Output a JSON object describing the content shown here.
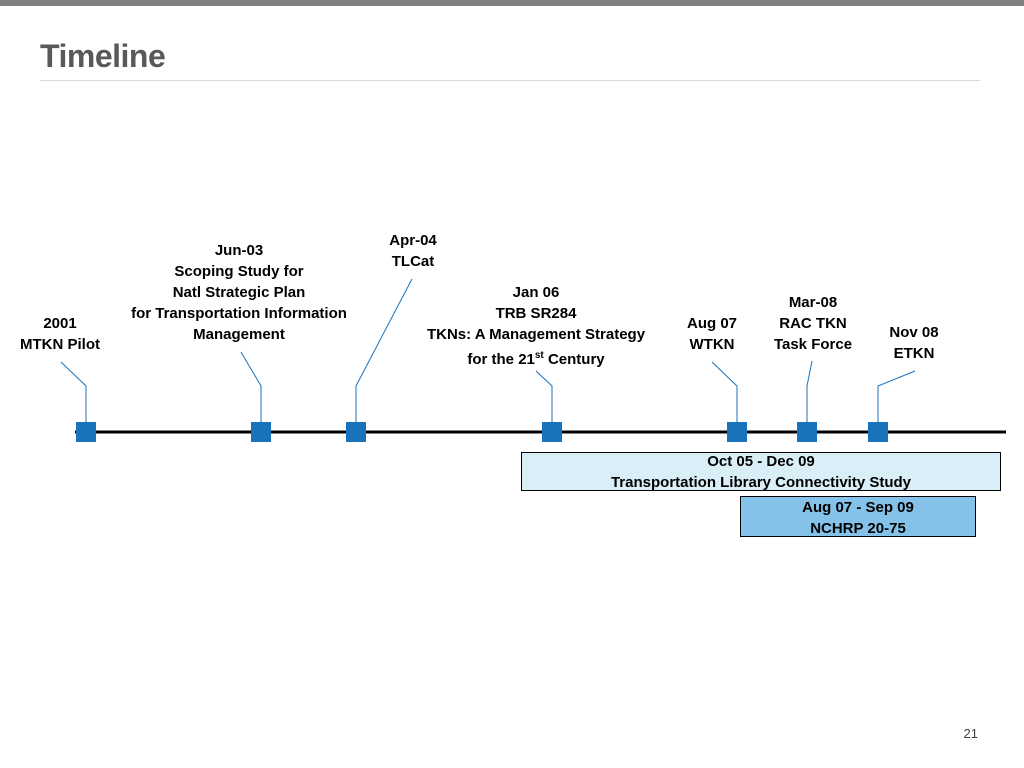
{
  "slide": {
    "title": "Timeline",
    "page_number": "21"
  },
  "colors": {
    "marker": "#1a72bb",
    "leader": "#1a72bb",
    "axis": "#000000",
    "bar_study": "#daeef8",
    "bar_nchrp": "#85c2ea"
  },
  "events": [
    {
      "lines": [
        "2001",
        "MTKN Pilot"
      ]
    },
    {
      "lines": [
        "Jun-03",
        "Scoping Study for",
        "Natl Strategic Plan",
        "for Transportation Information",
        "Management"
      ]
    },
    {
      "lines": [
        "Apr-04",
        "TLCat"
      ]
    },
    {
      "lines": [
        "Jan 06",
        "TRB SR284",
        "TKNs: A Management Strategy"
      ],
      "last_line": {
        "before": "for the 21",
        "sup": "st",
        "after": " Century"
      }
    },
    {
      "lines": [
        "Aug 07",
        "WTKN"
      ]
    },
    {
      "lines": [
        "Mar-08",
        "RAC TKN",
        "Task Force"
      ]
    },
    {
      "lines": [
        "Nov 08",
        "ETKN"
      ]
    }
  ],
  "bars": [
    {
      "lines": [
        "Oct 05 - Dec 09",
        "Transportation Library Connectivity Study"
      ]
    },
    {
      "lines": [
        "Aug 07 - Sep 09",
        "NCHRP 20-75"
      ]
    }
  ]
}
